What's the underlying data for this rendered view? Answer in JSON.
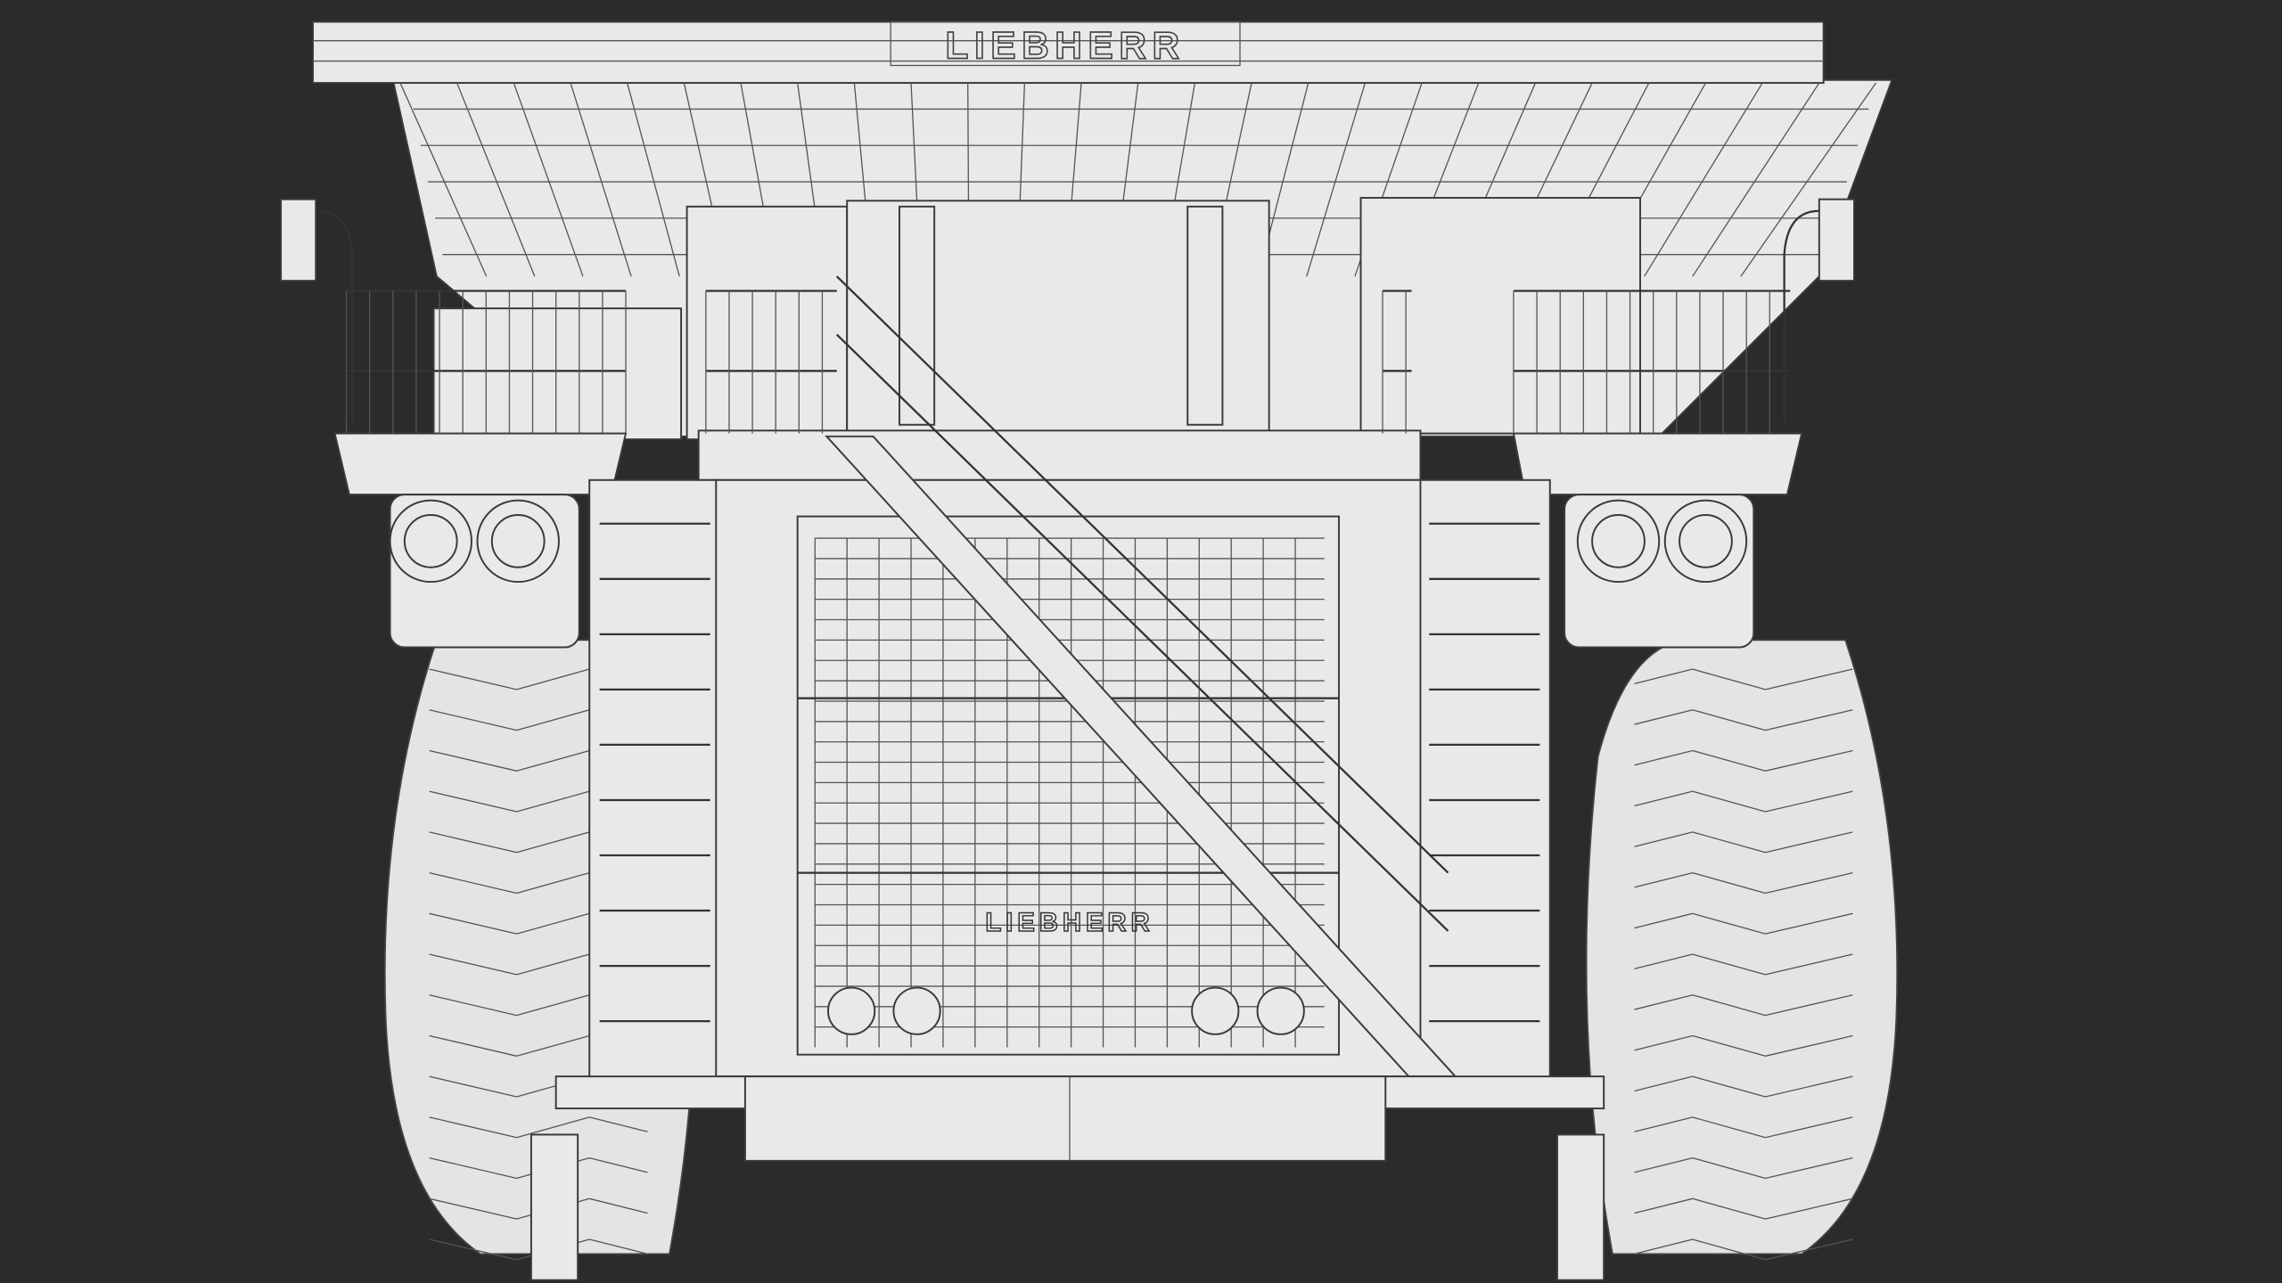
{
  "render": {
    "subject": "mining-dump-truck-wireframe",
    "view": "front",
    "logo_top": "LIEBHERR",
    "logo_grille": "LIEBHERR",
    "colors": {
      "background": "#2b2b2b",
      "model_fill": "#e9e9e9",
      "wire": "#3a3a3a"
    }
  }
}
